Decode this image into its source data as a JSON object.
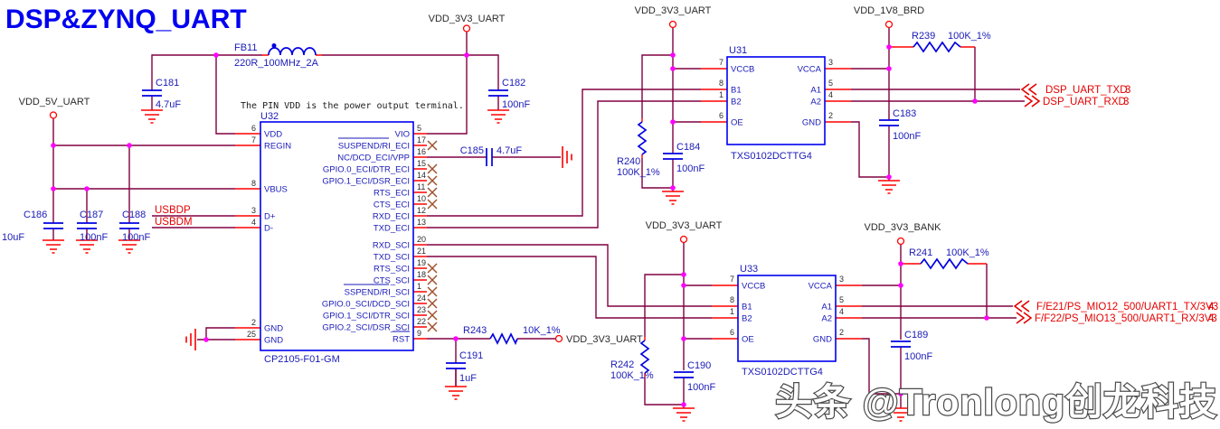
{
  "title": "DSP&ZYNQ_UART",
  "note": "The PIN VDD is the power output terminal.",
  "watermark": "头条 @Tronlong创龙科技",
  "colors": {
    "wire": "#800040",
    "symbol_blue": "#0000e0",
    "chip_outline": "#0000f0",
    "label_blue": "#1a1ab8",
    "pin_stub_red": "#ff0000",
    "junction_magenta": "#ff00ff",
    "no_connect_brown": "#a0522d",
    "net_label_red": "#e60000",
    "title_blue": "#0000f0"
  },
  "power": {
    "vdd_5v_uart": "VDD_5V_UART",
    "vdd_3v3_uart": "VDD_3V3_UART",
    "vdd_1v8_brd": "VDD_1V8_BRD",
    "vdd_3v3_bank": "VDD_3V3_BANK"
  },
  "net_labels": {
    "usbdp": "USBDP",
    "usbdm": "USBDM",
    "dsp_uart_txd": "DSP_UART_TXD",
    "dsp_uart_rxd": "DSP_UART_RXD",
    "dsp_page": "3",
    "zynq_tx": "F/E21/PS_MIO12_500/UART1_TX/3V3",
    "zynq_rx": "F/F22/PS_MIO13_500/UART1_RX/3V3",
    "zynq_page": "4"
  },
  "components": {
    "fb11": {
      "ref": "FB11",
      "value": "220R_100MHz_2A"
    },
    "c181": {
      "ref": "C181",
      "value": "4.7uF"
    },
    "c182": {
      "ref": "C182",
      "value": "100nF"
    },
    "c183": {
      "ref": "C183",
      "value": "100nF"
    },
    "c184": {
      "ref": "C184",
      "value": "100nF"
    },
    "c185": {
      "ref": "C185",
      "value": "4.7uF"
    },
    "c186": {
      "ref": "C186",
      "value": "10uF"
    },
    "c187": {
      "ref": "C187",
      "value": "100nF"
    },
    "c188": {
      "ref": "C188",
      "value": "100nF"
    },
    "c189": {
      "ref": "C189",
      "value": "100nF"
    },
    "c190": {
      "ref": "C190",
      "value": "100nF"
    },
    "c191": {
      "ref": "C191",
      "value": "1uF"
    },
    "r239": {
      "ref": "R239",
      "value": "100K_1%"
    },
    "r240": {
      "ref": "R240",
      "value": "100K_1%"
    },
    "r241": {
      "ref": "R241",
      "value": "100K_1%"
    },
    "r242": {
      "ref": "R242",
      "value": "100K_1%"
    },
    "r243": {
      "ref": "R243",
      "value": "10K_1%"
    }
  },
  "u32": {
    "ref": "U32",
    "part": "CP2105-F01-GM",
    "left_pins": [
      {
        "num": "6",
        "name": "VDD"
      },
      {
        "num": "7",
        "name": "REGIN"
      },
      {
        "num": "8",
        "name": "VBUS"
      },
      {
        "num": "3",
        "name": "D+"
      },
      {
        "num": "4",
        "name": "D-"
      },
      {
        "num": "2",
        "name": "GND"
      },
      {
        "num": "25",
        "name": "GND"
      }
    ],
    "right_pins": [
      {
        "num": "5",
        "name": "VIO"
      },
      {
        "num": "17",
        "name": "SUSPEND/RI_ECI"
      },
      {
        "num": "16",
        "name": "NC/DCD_ECI/VPP"
      },
      {
        "num": "15",
        "name": "GPIO.0_ECI/DTR_ECI"
      },
      {
        "num": "14",
        "name": "GPIO.1_ECI/DSR_ECI"
      },
      {
        "num": "11",
        "name": "RTS_ECI"
      },
      {
        "num": "10",
        "name": "CTS_ECI"
      },
      {
        "num": "12",
        "name": "RXD_ECI"
      },
      {
        "num": "13",
        "name": "TXD_ECI"
      },
      {
        "num": "20",
        "name": "RXD_SCI"
      },
      {
        "num": "21",
        "name": "TXD_SCI"
      },
      {
        "num": "19",
        "name": "RTS_SCI"
      },
      {
        "num": "18",
        "name": "CTS_SCI"
      },
      {
        "num": "1",
        "name": "SSPEND/RI_SCI"
      },
      {
        "num": "24",
        "name": "GPIO.0_SCI/DCD_SCI"
      },
      {
        "num": "23",
        "name": "GPIO.1_SCI/DTR_SCI"
      },
      {
        "num": "22",
        "name": "GPIO.2_SCI/DSR_SCI"
      },
      {
        "num": "9",
        "name": "RST"
      }
    ]
  },
  "u31": {
    "ref": "U31",
    "part": "TXS0102DCTTG4",
    "left_pins": [
      {
        "num": "7",
        "name": "VCCB"
      },
      {
        "num": "8",
        "name": "B1"
      },
      {
        "num": "1",
        "name": "B2"
      },
      {
        "num": "6",
        "name": "OE"
      }
    ],
    "right_pins": [
      {
        "num": "3",
        "name": "VCCA"
      },
      {
        "num": "5",
        "name": "A1"
      },
      {
        "num": "4",
        "name": "A2"
      },
      {
        "num": "2",
        "name": "GND"
      }
    ]
  },
  "u33": {
    "ref": "U33",
    "part": "TXS0102DCTTG4",
    "left_pins": [
      {
        "num": "7",
        "name": "VCCB"
      },
      {
        "num": "8",
        "name": "B1"
      },
      {
        "num": "1",
        "name": "B2"
      },
      {
        "num": "6",
        "name": "OE"
      }
    ],
    "right_pins": [
      {
        "num": "3",
        "name": "VCCA"
      },
      {
        "num": "5",
        "name": "A1"
      },
      {
        "num": "4",
        "name": "A2"
      },
      {
        "num": "2",
        "name": "GND"
      }
    ]
  }
}
